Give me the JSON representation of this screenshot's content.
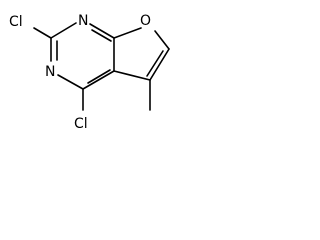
{
  "molecule": {
    "atoms": {
      "cl2": "Cl",
      "n1": "N",
      "n3": "N",
      "o7": "O",
      "cl4": "Cl"
    }
  }
}
